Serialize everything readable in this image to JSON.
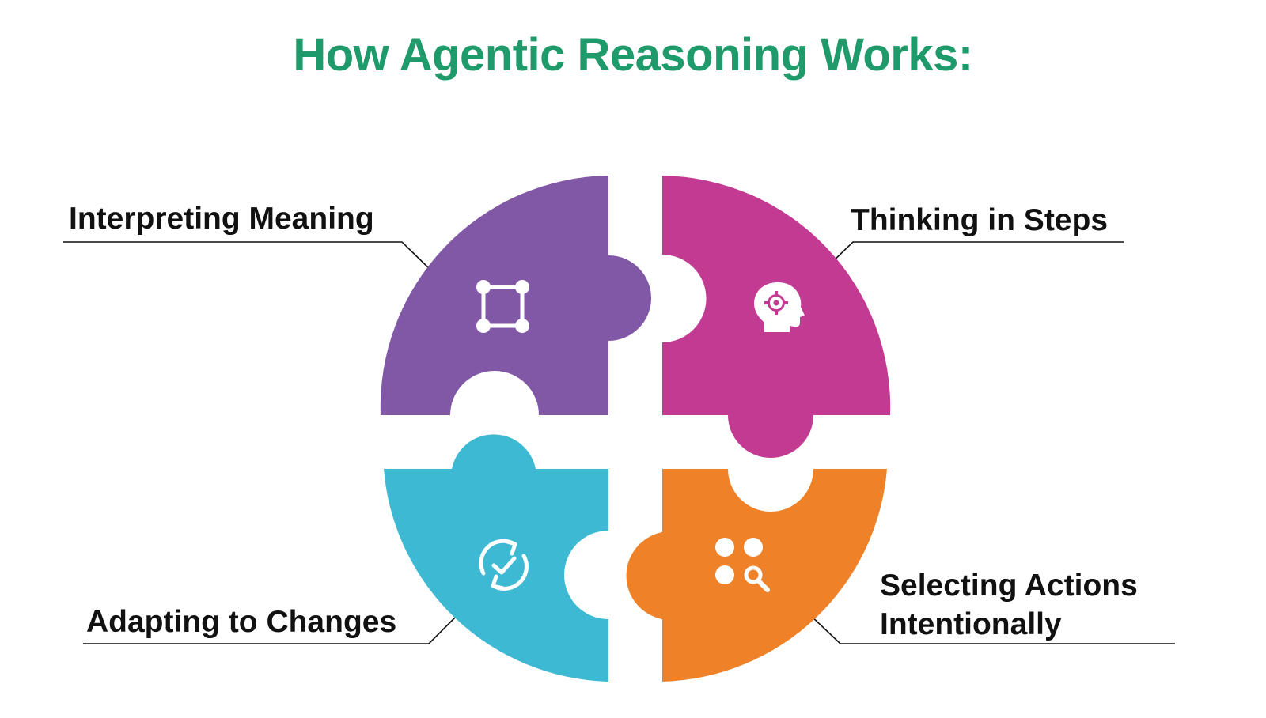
{
  "title": "How Agentic Reasoning Works:",
  "colors": {
    "title": "#1f9a6a",
    "purple": "#8058a6",
    "magenta": "#c33a92",
    "cyan": "#3db9d3",
    "orange": "#ef8229",
    "text": "#111111"
  },
  "pieces": [
    {
      "label": "Interpreting Meaning",
      "icon": "vector-square-icon",
      "color": "#8058a6"
    },
    {
      "label": "Thinking in Steps",
      "icon": "brain-gear-head-icon",
      "color": "#c33a92"
    },
    {
      "label": "Adapting to Changes",
      "icon": "refresh-check-icon",
      "color": "#3db9d3"
    },
    {
      "label": "Selecting Actions Intentionally",
      "icon": "grid-search-icon",
      "color": "#ef8229"
    }
  ]
}
